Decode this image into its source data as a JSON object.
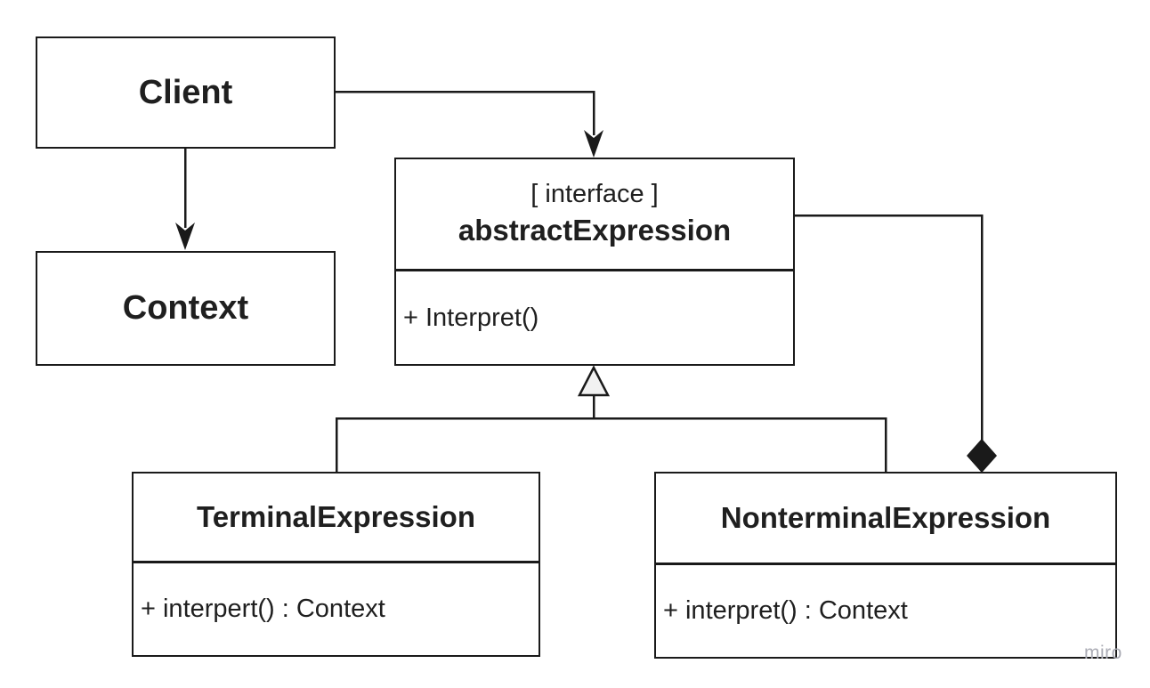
{
  "diagram": {
    "type": "uml-class-diagram",
    "pattern": "Interpreter",
    "colors": {
      "background": "#ffffff",
      "line": "#1a1a1a",
      "text": "#1f1f1f",
      "triangle_fill": "#f1f1f1",
      "watermark": "#abacb5"
    },
    "classes": {
      "client": {
        "name": "Client"
      },
      "context": {
        "name": "Context"
      },
      "abstract_expression": {
        "stereotype": "[ interface ]",
        "name": "abstractExpression",
        "methods": [
          "+ Interpret()"
        ]
      },
      "terminal_expression": {
        "name": "TerminalExpression",
        "methods": [
          "+ interpert() : Context"
        ]
      },
      "nonterminal_expression": {
        "name": "NonterminalExpression",
        "methods": [
          "+ interpret() : Context"
        ]
      }
    },
    "relationships": [
      {
        "from": "Client",
        "to": "abstractExpression",
        "type": "directed-association",
        "marker": "solid-arrow"
      },
      {
        "from": "Client",
        "to": "Context",
        "type": "directed-association",
        "marker": "solid-arrow"
      },
      {
        "from": "TerminalExpression",
        "to": "abstractExpression",
        "type": "generalization",
        "marker": "hollow-triangle"
      },
      {
        "from": "NonterminalExpression",
        "to": "abstractExpression",
        "type": "generalization",
        "marker": "hollow-triangle"
      },
      {
        "from": "abstractExpression",
        "to": "NonterminalExpression",
        "type": "composition",
        "marker": "filled-diamond"
      }
    ],
    "watermark": "miro"
  }
}
